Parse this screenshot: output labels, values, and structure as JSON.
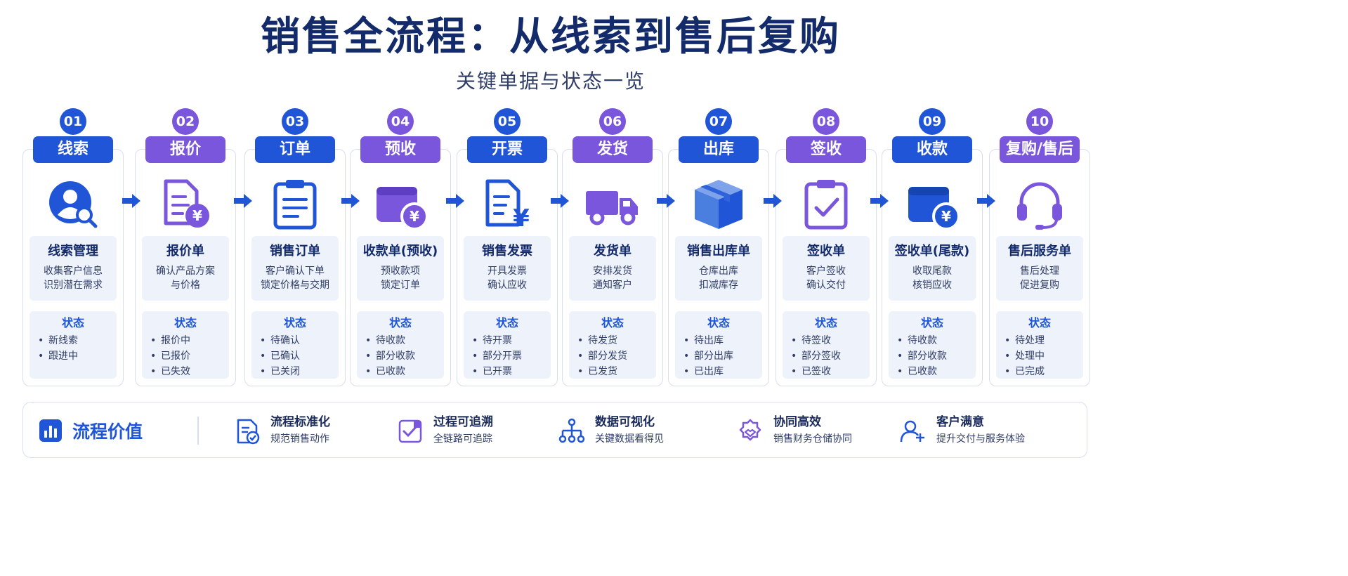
{
  "header": {
    "title": "销售全流程：从线索到售后复购",
    "subtitle": "关键单据与状态一览"
  },
  "status_label": "状态",
  "stages": [
    {
      "number": "01",
      "name": "线索",
      "doc_title": "线索管理",
      "doc_desc": "收集客户信息\n识别潜在需求",
      "statuses": [
        "新线索",
        "跟进中"
      ],
      "icon": "user-search-icon"
    },
    {
      "number": "02",
      "name": "报价",
      "doc_title": "报价单",
      "doc_desc": "确认产品方案\n与价格",
      "statuses": [
        "报价中",
        "已报价",
        "已失效"
      ],
      "icon": "quote-document-icon"
    },
    {
      "number": "03",
      "name": "订单",
      "doc_title": "销售订单",
      "doc_desc": "客户确认下单\n锁定价格与交期",
      "statuses": [
        "待确认",
        "已确认",
        "已关闭"
      ],
      "icon": "clipboard-icon"
    },
    {
      "number": "04",
      "name": "预收",
      "doc_title": "收款单(预收)",
      "doc_desc": "预收款项\n锁定订单",
      "statuses": [
        "待收款",
        "部分收款",
        "已收款"
      ],
      "icon": "wallet-icon"
    },
    {
      "number": "05",
      "name": "开票",
      "doc_title": "销售发票",
      "doc_desc": "开具发票\n确认应收",
      "statuses": [
        "待开票",
        "部分开票",
        "已开票"
      ],
      "icon": "invoice-icon"
    },
    {
      "number": "06",
      "name": "发货",
      "doc_title": "发货单",
      "doc_desc": "安排发货\n通知客户",
      "statuses": [
        "待发货",
        "部分发货",
        "已发货"
      ],
      "icon": "truck-icon"
    },
    {
      "number": "07",
      "name": "出库",
      "doc_title": "销售出库单",
      "doc_desc": "仓库出库\n扣减库存",
      "statuses": [
        "待出库",
        "部分出库",
        "已出库"
      ],
      "icon": "box-icon"
    },
    {
      "number": "08",
      "name": "签收",
      "doc_title": "签收单",
      "doc_desc": "客户签收\n确认交付",
      "statuses": [
        "待签收",
        "部分签收",
        "已签收"
      ],
      "icon": "clipboard-check-icon"
    },
    {
      "number": "09",
      "name": "收款",
      "doc_title": "签收单(尾款)",
      "doc_desc": "收取尾款\n核销应收",
      "statuses": [
        "待收款",
        "部分收款",
        "已收款"
      ],
      "icon": "wallet-icon"
    },
    {
      "number": "10",
      "name": "复购/售后",
      "doc_title": "售后服务单",
      "doc_desc": "售后处理\n促进复购",
      "statuses": [
        "待处理",
        "处理中",
        "已完成"
      ],
      "icon": "headset-icon"
    }
  ],
  "value_bar": {
    "label": "流程价值",
    "items": [
      {
        "title": "流程标准化",
        "desc": "规范销售动作",
        "icon": "standard-doc-icon"
      },
      {
        "title": "过程可追溯",
        "desc": "全链路可追踪",
        "icon": "trace-check-icon"
      },
      {
        "title": "数据可视化",
        "desc": "关键数据看得见",
        "icon": "hierarchy-icon"
      },
      {
        "title": "协同高效",
        "desc": "销售财务仓储协同",
        "icon": "collaboration-icon"
      },
      {
        "title": "客户满意",
        "desc": "提升交付与服务体验",
        "icon": "add-user-icon"
      }
    ]
  },
  "colors": {
    "blue": "#1f55d6",
    "purple": "#7a56dc",
    "navy": "#132a6b",
    "panel": "#eef2fb",
    "border": "#d7def0"
  }
}
